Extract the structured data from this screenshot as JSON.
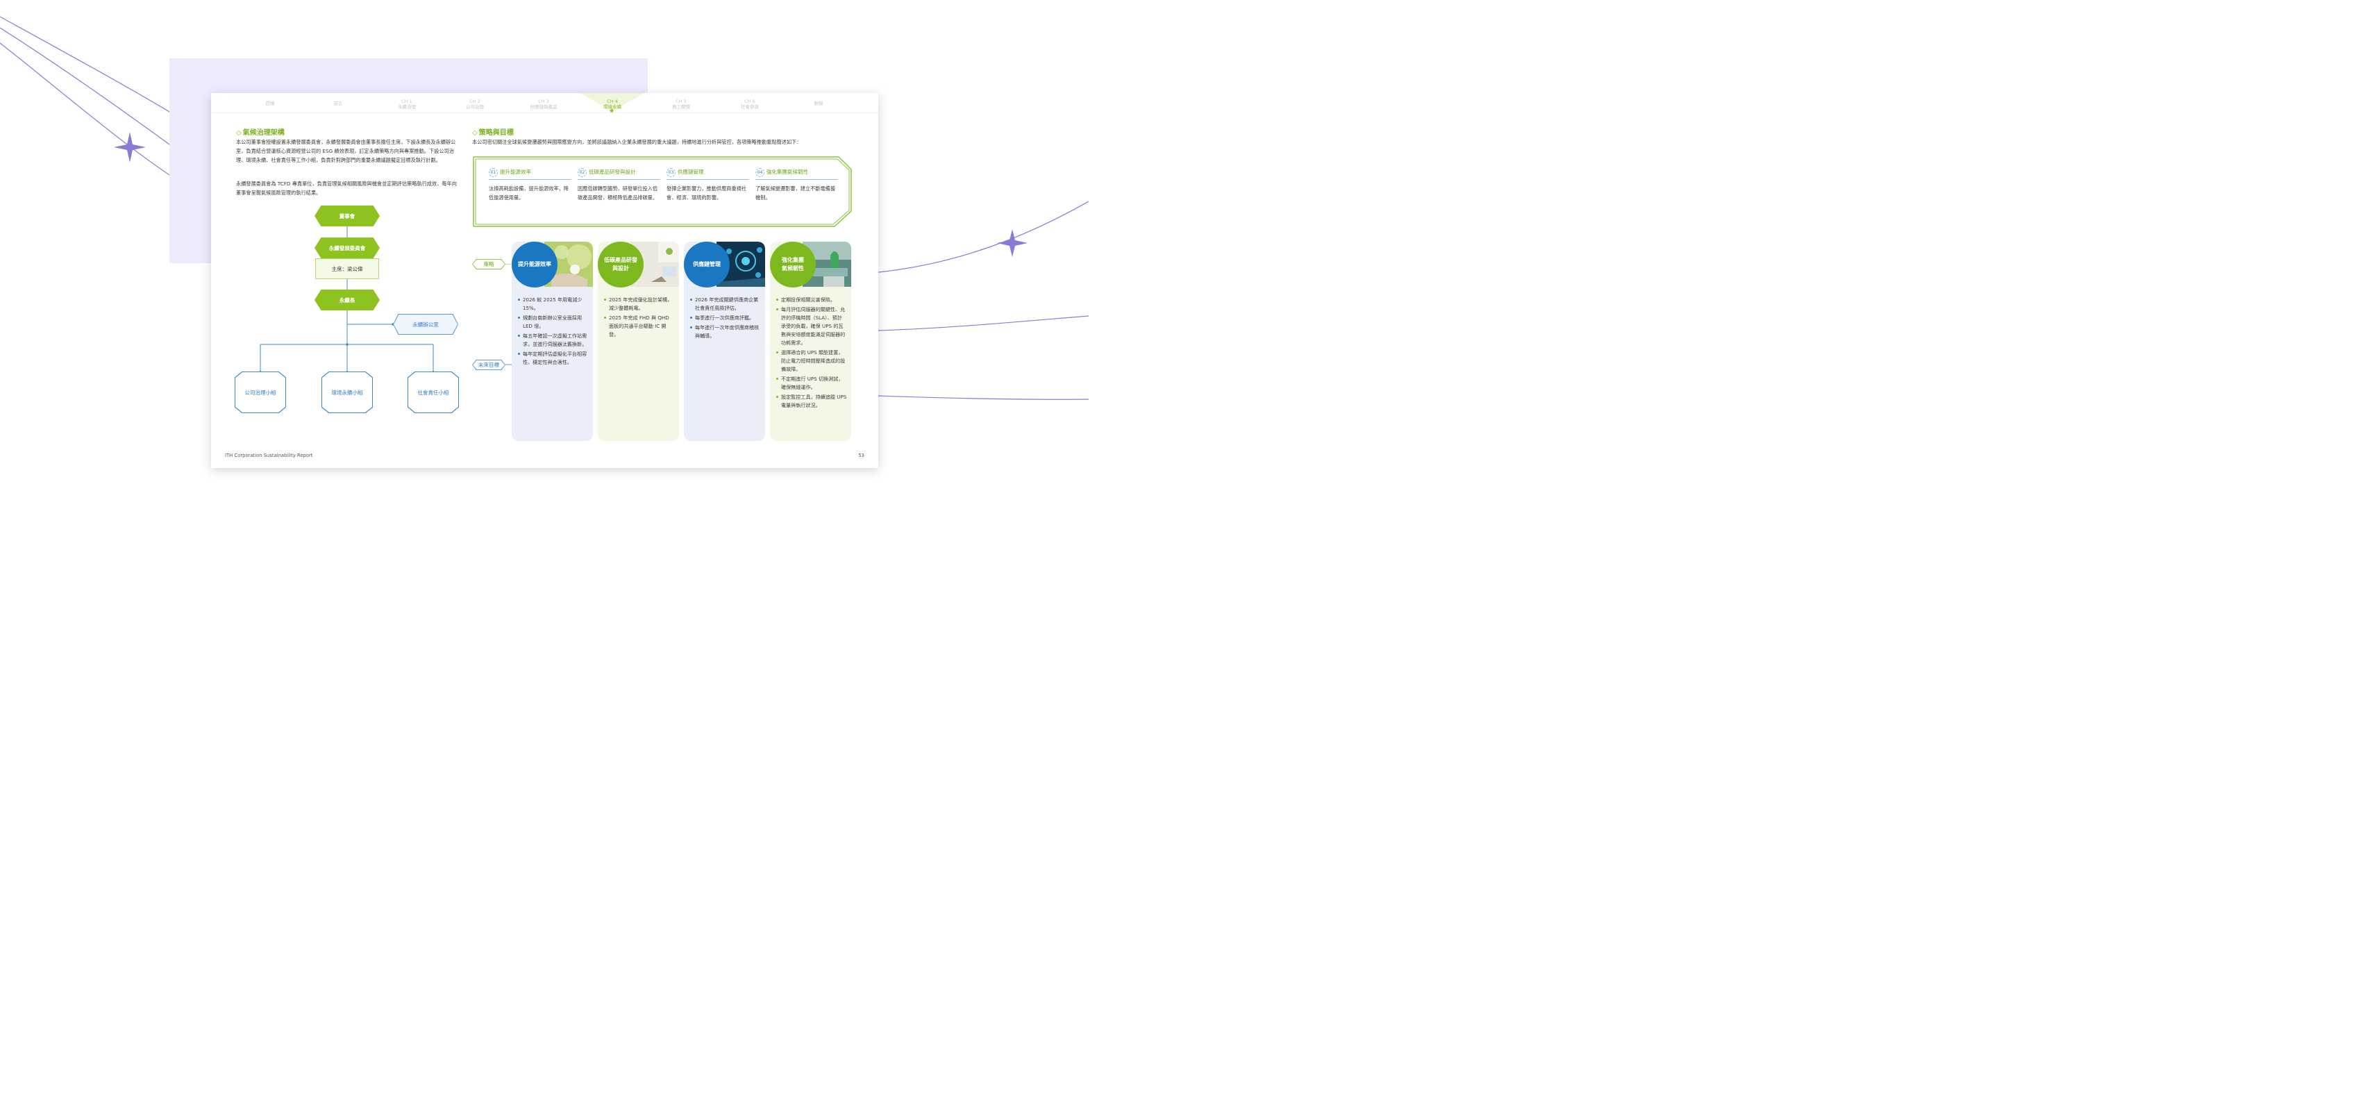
{
  "nav": {
    "items": [
      {
        "line1": "目錄",
        "line2": ""
      },
      {
        "line1": "前言",
        "line2": ""
      },
      {
        "line1": "CH 1",
        "line2": "永續治理"
      },
      {
        "line1": "CH 2",
        "line2": "公司治理"
      },
      {
        "line1": "CH 3",
        "line2": "供應鏈與產品"
      },
      {
        "line1": "CH 4",
        "line2": "環境永續"
      },
      {
        "line1": "CH 5",
        "line2": "員工關懷"
      },
      {
        "line1": "CH 6",
        "line2": "社會參與"
      },
      {
        "line1": "附錄",
        "line2": ""
      }
    ],
    "active_index": 5
  },
  "left": {
    "title": "氣候治理架構",
    "para1": "本公司董事會授權設置永續發展委員會，永續發展委員會由董事長擔任主席，下設永續長及永續辦公室，負責結合營運核心資源經營公司的 ESG 績效表現，訂定永續策略方向與專案推動。下設公司治理、環境永續、社會責任等工作小組，負責針對跨部門的重要永續議題擬定目標及執行計劃。",
    "para2": "永續發展委員會為 TCFD 專責單位，負責管理氣候相關風險與機會並定期評估策略執行成效，每年向董事會呈報氣候風險管理的執行結果。",
    "org": {
      "board": "董事會",
      "committee": "永續發展委員會",
      "chair": "主席：梁公偉",
      "cso": "永續長",
      "office": "永續辦公室",
      "groups": [
        "公司治理小組",
        "環境永續小組",
        "社會責任小組"
      ]
    }
  },
  "right": {
    "title": "策略與目標",
    "intro": "本公司密切關注全球氣候變遷趨勢與國際應變方向，並將該議題納入企業永續發展的重大議題，持續地進行分析與管控，各項策略推動重點簡述如下：",
    "strategies": [
      {
        "num": "01",
        "title": "提升能源效率",
        "desc": "汰換高耗能設備，提升能源效率，降低能源使用量。"
      },
      {
        "num": "02",
        "title": "低碳產品研發與設計",
        "desc": "因應低碳轉型趨勢，研發單位投入低碳產品開發，積極降低產品排碳量。"
      },
      {
        "num": "03",
        "title": "供應鏈管理",
        "desc": "發揮企業影響力，推動供應商重視社會、經濟、環境的影響。"
      },
      {
        "num": "04",
        "title": "強化集團氣候韌性",
        "desc": "了解氣候變遷影響，建立不斷電備援機制。"
      }
    ],
    "tags": {
      "strategy": "策略",
      "future": "未來目標"
    },
    "cards": [
      {
        "title_line1": "提升能源效率",
        "title_line2": "",
        "theme": "blue",
        "bullets": [
          "2026 較 2025 年用電減少 15%。",
          "規劃台南新辦公室全面採用 LED 燈。",
          "每五年確認一次虛擬工作站需求，並進行伺服器汰舊換新。",
          "每年定期評估虛擬化平台相容性、穩定性與合適性。"
        ]
      },
      {
        "title_line1": "低碳產品研發",
        "title_line2": "與設計",
        "theme": "green",
        "bullets": [
          "2025 年完成優化設計架構，減少整體耗電。",
          "2025 年完成 FHD 與 QHD 面板的共通平台驅動 IC 開發。"
        ]
      },
      {
        "title_line1": "供應鏈管理",
        "title_line2": "",
        "theme": "blue",
        "bullets": [
          "2026 年完成關鍵供應商企業社會責任風險評估。",
          "每季進行一次供應商評鑑。",
          "每年進行一次年度供應商稽核與輔導。"
        ]
      },
      {
        "title_line1": "強化集團",
        "title_line2": "氣候韌性",
        "theme": "green",
        "bullets": [
          "定期投保相關災害保險。",
          "每月評估伺服器的關鍵性、允許的停機時間（SLA）、預計承受的負載，確保 UPS 的瓦數與安培額度能滿足伺服器的功耗需求。",
          "選擇適合的 UPS 類型建置，防止電力短時間壓降造成的設備故障。",
          "不定期進行 UPS 切換測試，確保無縫運作。",
          "設定監控工具，持續追蹤 UPS 電量與執行狀況。"
        ]
      }
    ]
  },
  "footer": {
    "report_name": "ITH Corporation Sustainability Report",
    "page_number": "53"
  },
  "colors": {
    "accent_green": "#8dc21f",
    "accent_blue": "#1a78c2",
    "lavender": "#efeafc"
  }
}
